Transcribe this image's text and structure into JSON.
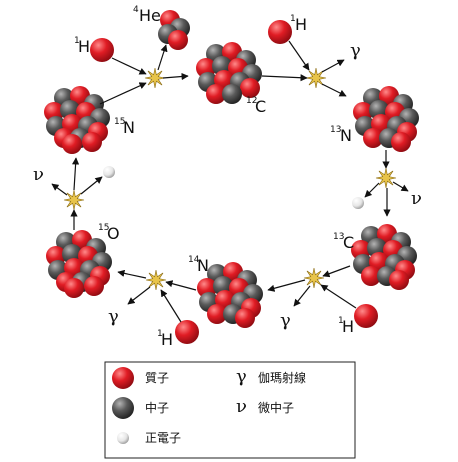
{
  "colors": {
    "proton": "#d81820",
    "neutron": "#505050",
    "positron": "#e8e8e8",
    "flash": "#e8c44a",
    "arrow": "#111111"
  },
  "nuclei": {
    "c12": {
      "mass": "12",
      "symbol": "C"
    },
    "n13": {
      "mass": "13",
      "symbol": "N"
    },
    "c13": {
      "mass": "13",
      "symbol": "C"
    },
    "n14": {
      "mass": "14",
      "symbol": "N"
    },
    "o15": {
      "mass": "15",
      "symbol": "O"
    },
    "n15": {
      "mass": "15",
      "symbol": "N"
    }
  },
  "particles": {
    "he4": {
      "mass": "4",
      "symbol": "He"
    },
    "h1": {
      "mass": "1",
      "symbol": "H"
    },
    "gamma": "γ",
    "nu": "ν"
  },
  "legend": {
    "proton_label": "質子",
    "neutron_label": "中子",
    "positron_label": "正電子",
    "gamma_symbol": "γ",
    "gamma_label": "伽瑪射線",
    "nu_symbol": "ν",
    "nu_label": "微中子"
  }
}
